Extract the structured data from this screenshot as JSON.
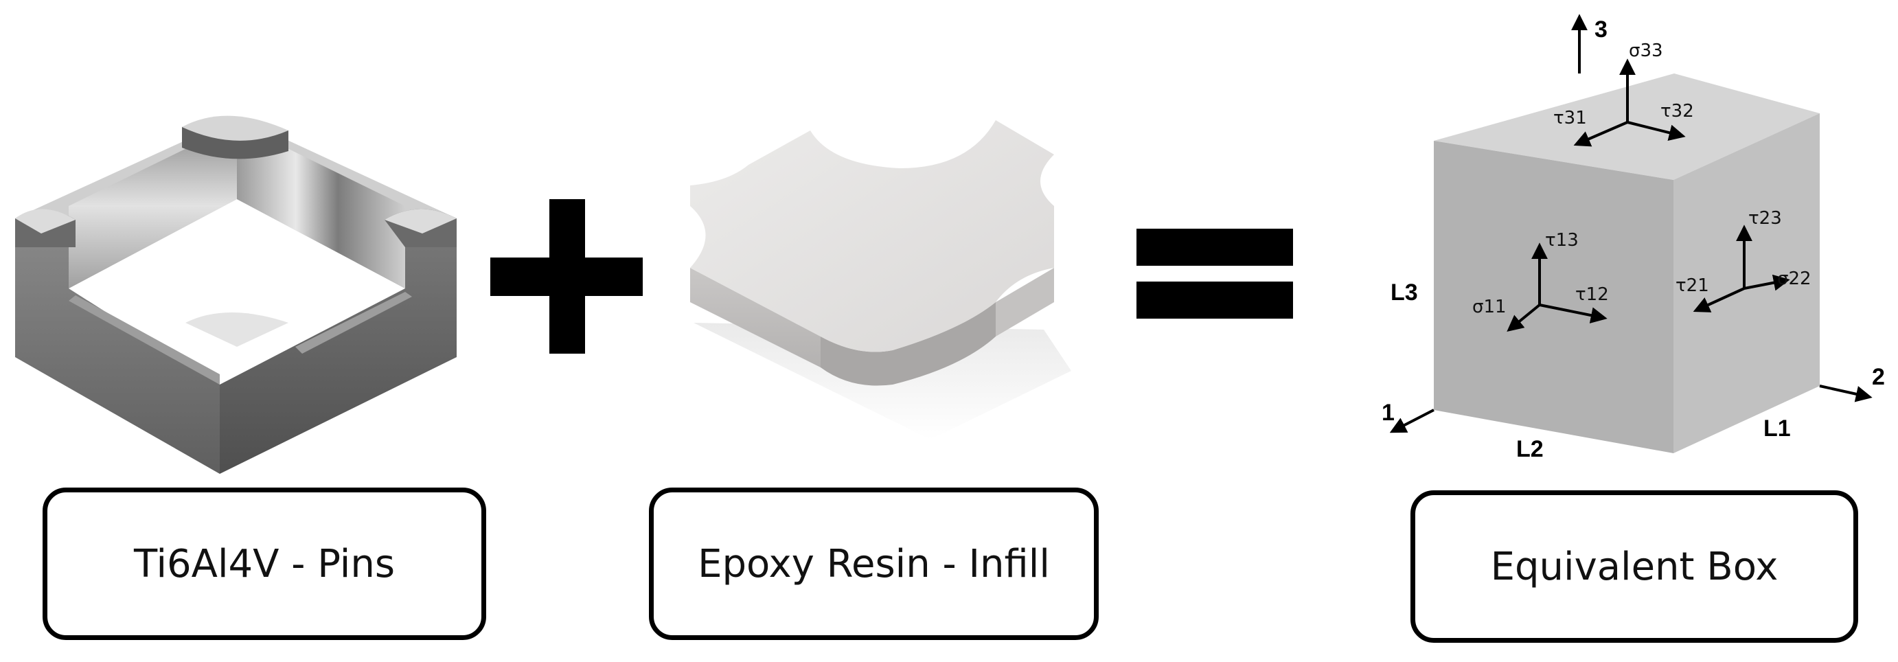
{
  "captions": {
    "pins": "Ti6Al4V - Pins",
    "infill": "Epoxy Resin - Infill",
    "box": "Equivalent Box"
  },
  "operators": {
    "plus": "+",
    "equals": "="
  },
  "axes": {
    "x1": "1",
    "x2": "2",
    "x3": "3"
  },
  "dimensions": {
    "l1": "L1",
    "l2": "L2",
    "l3": "L3"
  },
  "stresses": {
    "top": {
      "normal": "σ33",
      "shear_a": "τ31",
      "shear_b": "τ32"
    },
    "front": {
      "normal": "σ11",
      "shear_a": "τ13",
      "shear_b": "τ12"
    },
    "side": {
      "normal": "σ22",
      "shear_a": "τ23",
      "shear_b": "τ21"
    }
  },
  "colors": {
    "pin_metal_light": "#c9c9c9",
    "pin_metal_dark": "#6e6e6e",
    "resin_light": "#e6e4e3",
    "resin_dark": "#b9b7b6",
    "box_top": "#d6d6d6",
    "box_front": "#b3b3b3",
    "box_side": "#c2c2c2",
    "ink": "#000000"
  }
}
